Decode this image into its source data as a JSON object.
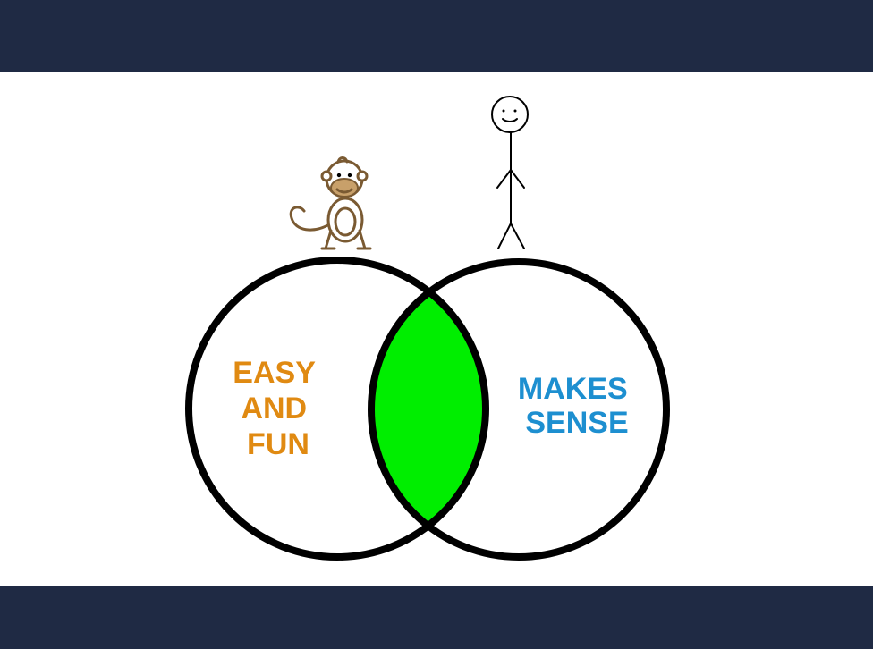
{
  "colors": {
    "frame_bar": "#1f2a44",
    "overlap_fill": "#00ee00",
    "circle_stroke": "#000000",
    "left_label": "#e08a12",
    "right_label": "#1d8fd0",
    "monkey": "#7a5a32",
    "monkey_face": "#c8a06a"
  },
  "left_circle": {
    "label_lines": [
      "EASY",
      "AND",
      "FUN"
    ],
    "figure": "monkey-icon"
  },
  "right_circle": {
    "label_lines": [
      "MAKES",
      "SENSE"
    ],
    "figure": "stick-figure-icon"
  },
  "overlap": {
    "highlighted": true
  }
}
